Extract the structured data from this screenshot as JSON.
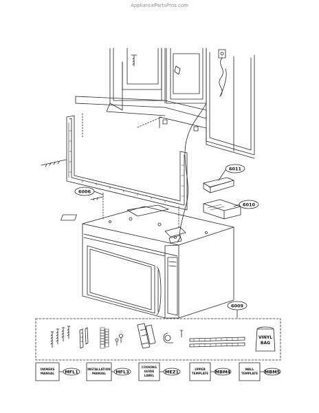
{
  "watermark": "AppliancePartsPros.com",
  "callouts": {
    "frame": "6006",
    "upper_part": "6011",
    "lower_part": "6010",
    "kit": "6009"
  },
  "kit": {
    "vinyl_bag_line1": "VINYL",
    "vinyl_bag_line2": "BAG",
    "docs": [
      {
        "line1": "OWNERS",
        "line2": "MANUAL",
        "code": "MFL1"
      },
      {
        "line1": "INSTALLATION",
        "line2": "MANUAL",
        "code": "MFL3"
      },
      {
        "line1": "COOKING",
        "line2": "GUIDE",
        "line3": "LABEL",
        "code": "MEZ1"
      },
      {
        "line1": "UPPER",
        "line2": "TEMPLATE",
        "code": "MBM4"
      },
      {
        "line1": "WALL",
        "line2": "TEMPLATE",
        "code": "MBM5"
      }
    ]
  }
}
